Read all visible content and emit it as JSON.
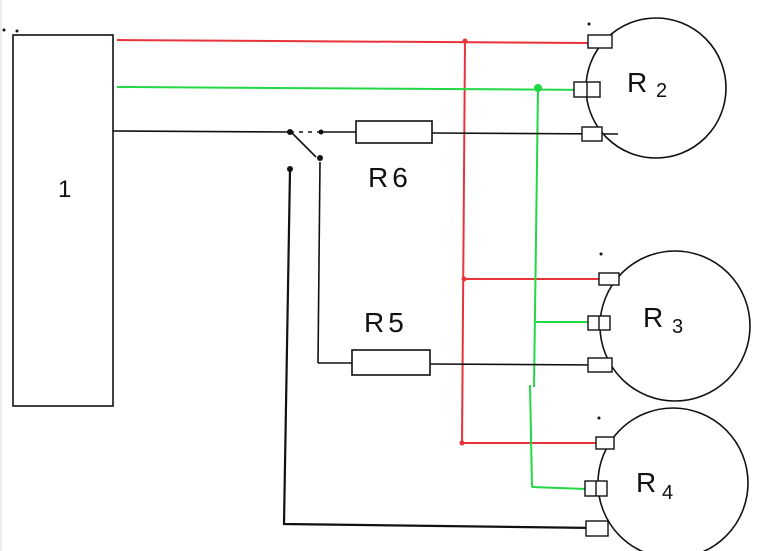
{
  "block": {
    "label": "1"
  },
  "resistors": {
    "r6": {
      "label": "R6"
    },
    "r5": {
      "label": "R5"
    }
  },
  "devices": {
    "r2": {
      "letter": "R",
      "index": "2"
    },
    "r3": {
      "letter": "R",
      "index": "3"
    },
    "r4": {
      "letter": "R",
      "index": "4"
    }
  },
  "colors": {
    "red_wire": "#e8333a",
    "green_wire": "#22d845",
    "black_wire": "#111111"
  }
}
